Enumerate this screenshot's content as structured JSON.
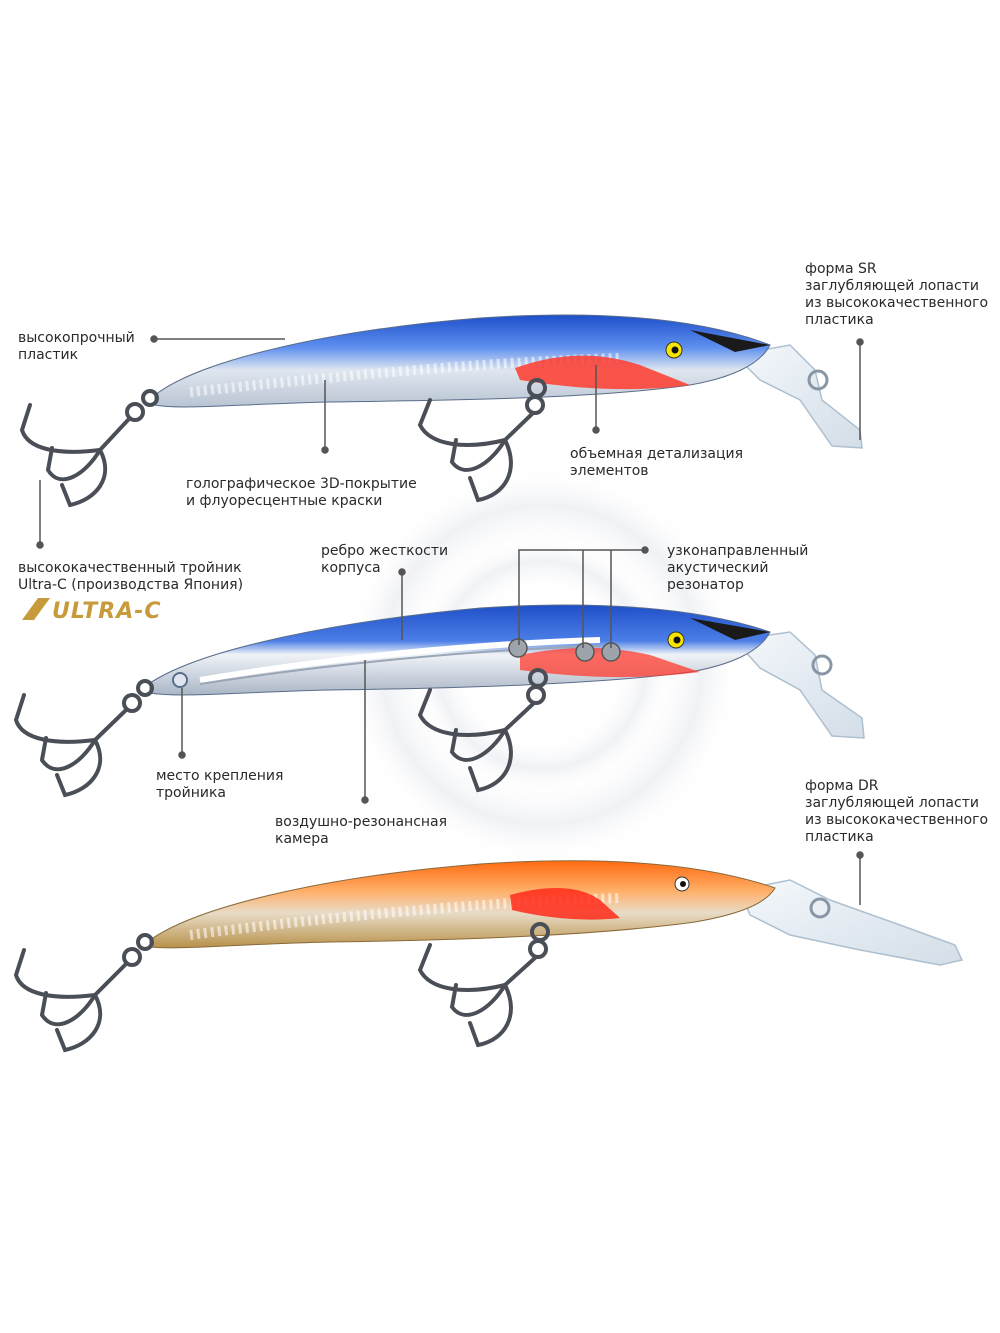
{
  "labels": {
    "plastic": "высокопрочный\nпластик",
    "sr_lip": "форма SR\nзаглубляющей лопасти\nиз высококачественного\nпластика",
    "detail": "объемная детализация\nэлементов",
    "coating": "голографическое 3D-покрытие\nи флуоресцентные краски",
    "hook": "высококачественный тройник\nUltra-C (производства Япония)",
    "rib": "ребро жесткости\nкорпуса",
    "resonator": "узконаправленный\nакустический\nрезонатор",
    "hook_mount": "место крепления\nтройника",
    "air_chamber": "воздушно-резонансная\nкамера",
    "dr_lip": "форма DR\nзаглубляющей лопасти\nиз высококачественного\nпластика"
  },
  "logo": {
    "text": "ULTRA-C",
    "color": "#c79a3c"
  },
  "colors": {
    "lure_blue_back": "#2f5fd6",
    "lure_silver_belly": "#dfe6ef",
    "lure_red": "#ff3b2e",
    "lure_orange_back": "#ff7a1a",
    "lure_gold_belly": "#c9a24a",
    "leader_line": "#555555"
  }
}
